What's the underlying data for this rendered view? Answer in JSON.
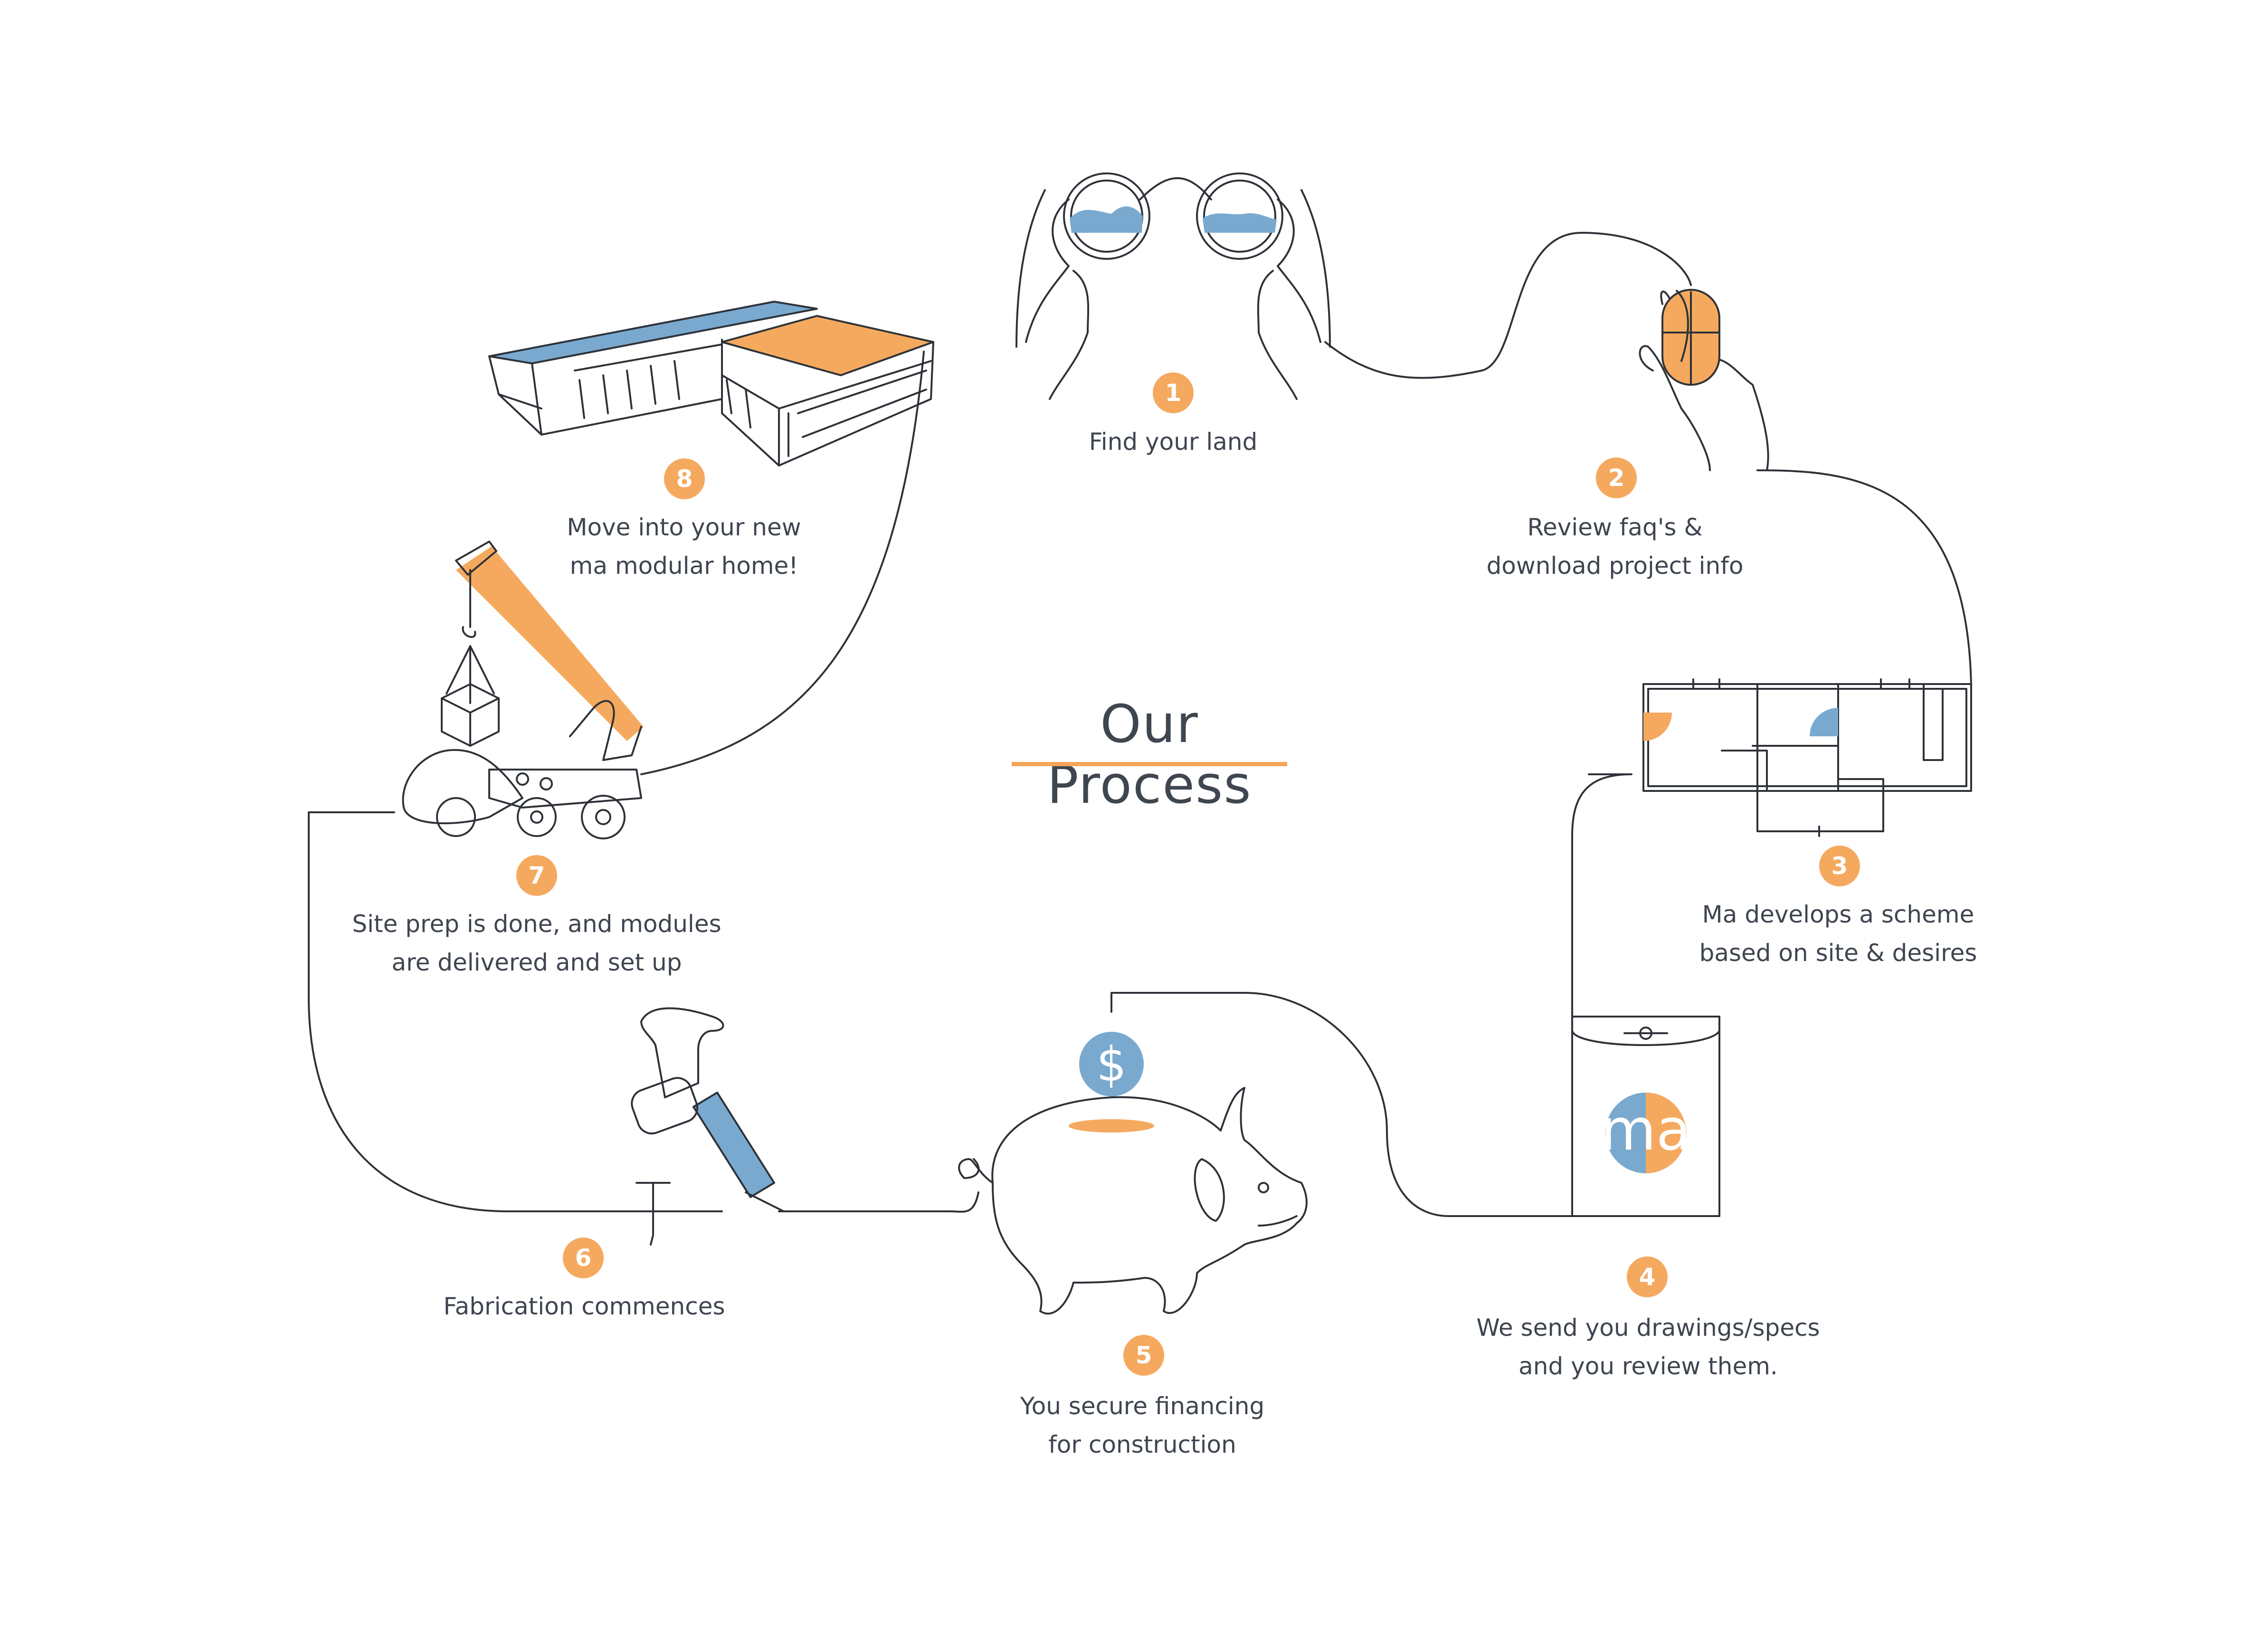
{
  "title": "Our Process",
  "colors": {
    "orange": "#f5a95f",
    "blue": "#79a9cf",
    "line": "#2e3238",
    "text": "#3e4550"
  },
  "steps": [
    {
      "number": "1",
      "icon": "binoculars-icon",
      "lines": [
        "Find your land"
      ]
    },
    {
      "number": "2",
      "icon": "computer-mouse-icon",
      "lines": [
        "Review faq's &",
        "download project info"
      ]
    },
    {
      "number": "3",
      "icon": "floor-plan-icon",
      "lines": [
        "Ma develops a scheme",
        "based on site & desires"
      ]
    },
    {
      "number": "4",
      "icon": "document-envelope-icon",
      "lines": [
        "We send you drawings/specs",
        "and you review them."
      ]
    },
    {
      "number": "5",
      "icon": "piggy-bank-icon",
      "lines": [
        "You secure financing",
        "for construction"
      ]
    },
    {
      "number": "6",
      "icon": "hammer-nail-icon",
      "lines": [
        "Fabrication commences"
      ]
    },
    {
      "number": "7",
      "icon": "crane-truck-icon",
      "lines": [
        "Site prep is done, and modules",
        "are delivered and set up"
      ]
    },
    {
      "number": "8",
      "icon": "modular-home-icon",
      "lines": [
        "Move into your new",
        "ma modular home!"
      ]
    }
  ],
  "logo_text": "ma",
  "coin_symbol": "$"
}
